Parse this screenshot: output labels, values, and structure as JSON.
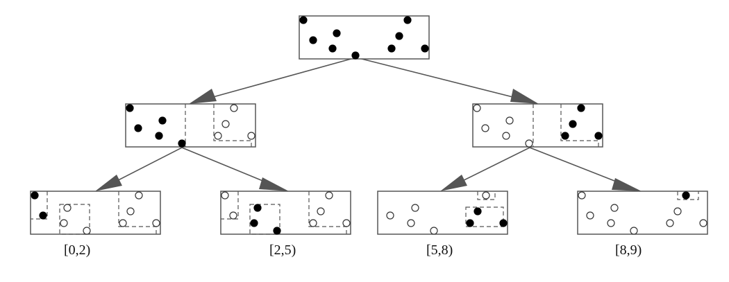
{
  "tree": {
    "root": {
      "id": "root"
    },
    "level1": [
      {
        "id": "left"
      },
      {
        "id": "right"
      }
    ],
    "leaves": [
      {
        "id": "leaf-0-2",
        "label": "[0,2)"
      },
      {
        "id": "leaf-2-5",
        "label": "[2,5)"
      },
      {
        "id": "leaf-5-8",
        "label": "[5,8)"
      },
      {
        "id": "leaf-8-9",
        "label": "[8,9)"
      }
    ]
  },
  "colors": {
    "stroke": "#555555",
    "filled_point": "#000000",
    "hollow_point": "#ffffff"
  }
}
